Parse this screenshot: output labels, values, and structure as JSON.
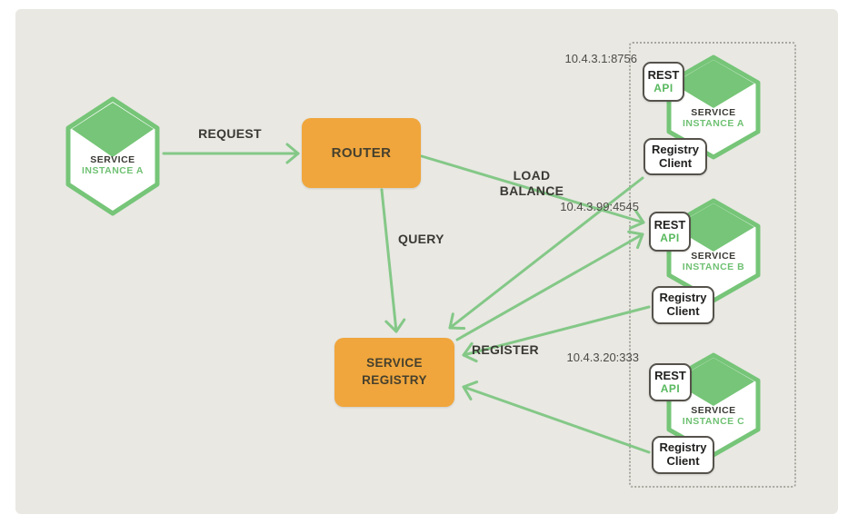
{
  "colors": {
    "canvas_bg": "#e9e8e3",
    "page_bg": "#ffffff",
    "green_line": "#84c887",
    "green_fill": "#76c578",
    "green_text": "#6fc173",
    "orange": "#f0a63c",
    "dark_text": "#3a3934",
    "box_border": "#55524b",
    "dotted_border": "#a8a79f"
  },
  "left_instance": {
    "service": "SERVICE",
    "instance": "INSTANCE A"
  },
  "router": {
    "label": "ROUTER"
  },
  "registry": {
    "line1": "SERVICE",
    "line2": "REGISTRY"
  },
  "edge_labels": {
    "request": "REQUEST",
    "query": "QUERY",
    "load_balance_line1": "LOAD",
    "load_balance_line2": "BALANCE",
    "register": "REGISTER"
  },
  "instances": [
    {
      "ip": "10.4.3.1:8756",
      "rest": "REST",
      "api": "API",
      "reg1": "Registry",
      "reg2": "Client",
      "service": "SERVICE",
      "instance": "INSTANCE A"
    },
    {
      "ip": "10.4.3.99:4545",
      "rest": "REST",
      "api": "API",
      "reg1": "Registry",
      "reg2": "Client",
      "service": "SERVICE",
      "instance": "INSTANCE B"
    },
    {
      "ip": "10.4.3.20:333",
      "rest": "REST",
      "api": "API",
      "reg1": "Registry",
      "reg2": "Client",
      "service": "SERVICE",
      "instance": "INSTANCE C"
    }
  ]
}
